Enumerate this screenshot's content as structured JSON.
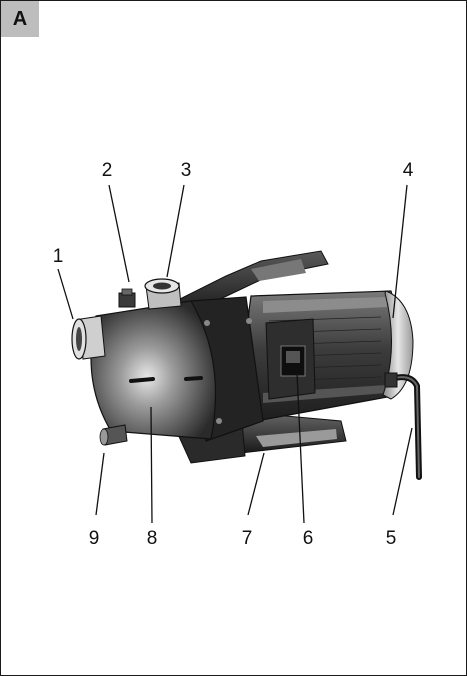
{
  "figure_label": "A",
  "callouts": [
    "1",
    "2",
    "3",
    "4",
    "5",
    "6",
    "7",
    "8",
    "9"
  ],
  "colors": {
    "ink": "#111111",
    "tab": "#bdbdbd",
    "body_dark": "#3a3a3a",
    "body_mid": "#6b6b6b",
    "highlight": "#d8d8d8"
  }
}
